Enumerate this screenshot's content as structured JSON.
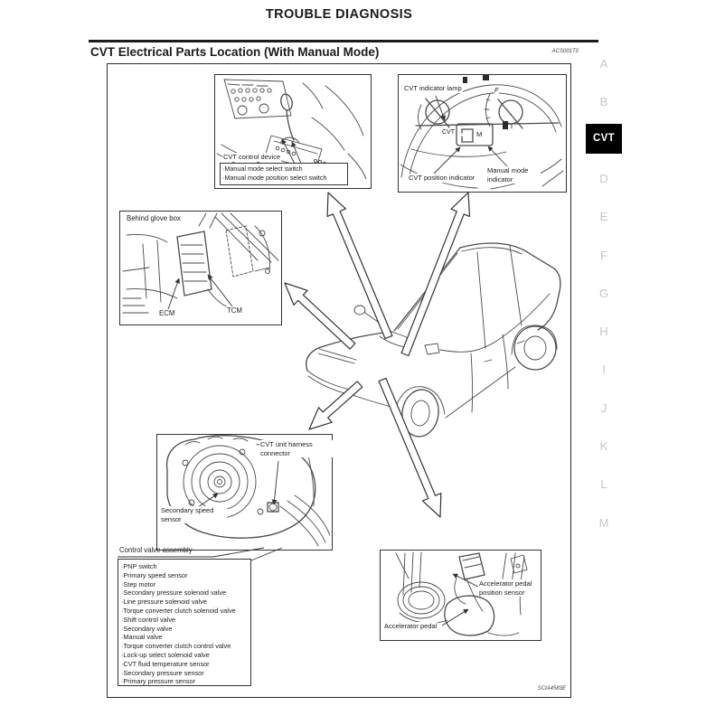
{
  "page": {
    "header_title": "TROUBLE DIAGNOSIS",
    "section_title": "CVT Electrical Parts Location (With Manual Mode)",
    "figure_code_top": "ACS001T0",
    "figure_code_bottom": "SCIA4583E"
  },
  "sidebar": {
    "items": [
      {
        "label": "A"
      },
      {
        "label": "B"
      },
      {
        "label": "CVT",
        "active": true
      },
      {
        "label": "D"
      },
      {
        "label": "E"
      },
      {
        "label": "F"
      },
      {
        "label": "G"
      },
      {
        "label": "H"
      },
      {
        "label": "I"
      },
      {
        "label": "J"
      },
      {
        "label": "K"
      },
      {
        "label": "L"
      },
      {
        "label": "M"
      }
    ]
  },
  "figure": {
    "control_device": {
      "title": "CVT control device",
      "items": [
        "Manual mode select switch",
        "Manual mode position select switch"
      ]
    },
    "cluster": {
      "indicator_lamp_label": "CVT indicator lamp",
      "cvt_label": "CVT",
      "fuel_label": "F",
      "display_mode_char": "M",
      "position_indicator_label": "CVT position indicator",
      "manual_mode_label": "Manual mode indicator"
    },
    "glove_box": {
      "title": "Behind glove box",
      "ecm_label": "ECM",
      "tcm_label": "TCM"
    },
    "transmission": {
      "harness_label": "CVT unit harness connector",
      "speed_sensor_label": "Secondary speed sensor"
    },
    "control_valve": {
      "title": "Control valve assembly",
      "items": [
        "PNP switch",
        "Primary speed sensor",
        "Step motor",
        "Secondary pressure solenoid valve",
        "Line pressure solenoid valve",
        "Torque converter clutch solenoid valve",
        "Shift control valve",
        "Secondary valve",
        "Manual valve",
        "Torque converter clutch control valve",
        "Lock-up select solenoid valve",
        "CVT fluid temperature sensor",
        "Secondary pressure sensor",
        "Primary pressure sensor"
      ]
    },
    "accelerator": {
      "sensor_label": "Accelerator pedal position sensor",
      "pedal_label": "Accelerator pedal"
    }
  }
}
